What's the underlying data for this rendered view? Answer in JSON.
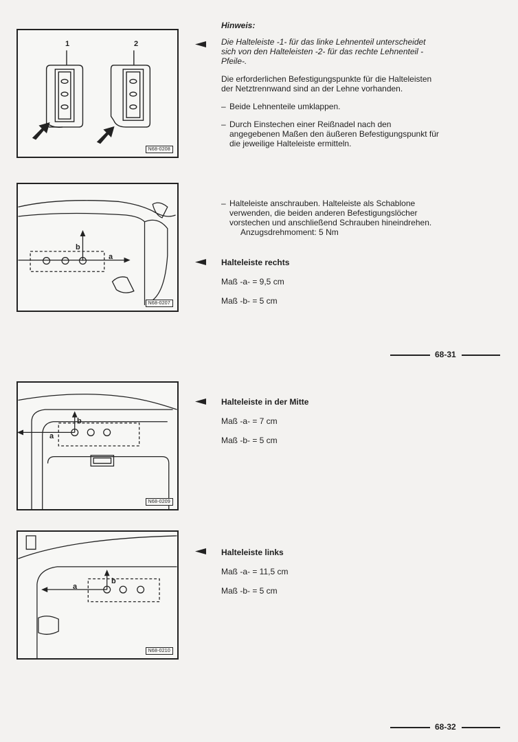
{
  "figures": [
    {
      "id": "N68-0208",
      "callouts": [
        "1",
        "2"
      ]
    },
    {
      "id": "N68-0207",
      "dim_a": "a",
      "dim_b": "b"
    },
    {
      "id": "N68-0209",
      "dim_a": "a",
      "dim_b": "b"
    },
    {
      "id": "N68-0210",
      "dim_a": "a",
      "dim_b": "b"
    }
  ],
  "section1": {
    "heading": "Hinweis:",
    "note": "Die Halteleiste -1- für das linke Lehnenteil unterscheidet sich von den Halteleisten -2- für das rechte Lehnenteil -Pfeile-.",
    "para": "Die erforderlichen Befestigungspunkte für die Halteleisten der Netztrennwand sind an der Lehne vorhanden.",
    "bullets": [
      "Beide Lehnenteile umklappen.",
      "Durch Einstechen einer Reißnadel nach den angegebenen Maßen den äußeren Befestigungspunkt für die jeweilige Halteleiste ermitteln."
    ]
  },
  "section2": {
    "bullet": "Halteleiste anschrauben. Halteleiste als Schablone verwenden, die beiden anderen Befestigungslöcher vorstechen und anschließend Schrauben hineindrehen.",
    "torque": "Anzugsdrehmoment: 5 Nm",
    "heading": "Halteleiste rechts",
    "a": "Maß -a- = 9,5 cm",
    "b": "Maß -b- = 5 cm"
  },
  "page1": "68-31",
  "section3": {
    "heading": "Halteleiste in der Mitte",
    "a": "Maß -a- = 7 cm",
    "b": "Maß -b- = 5 cm"
  },
  "section4": {
    "heading": "Halteleiste links",
    "a": "Maß -a- = 11,5 cm",
    "b": "Maß -b- = 5 cm"
  },
  "page2": "68-32"
}
